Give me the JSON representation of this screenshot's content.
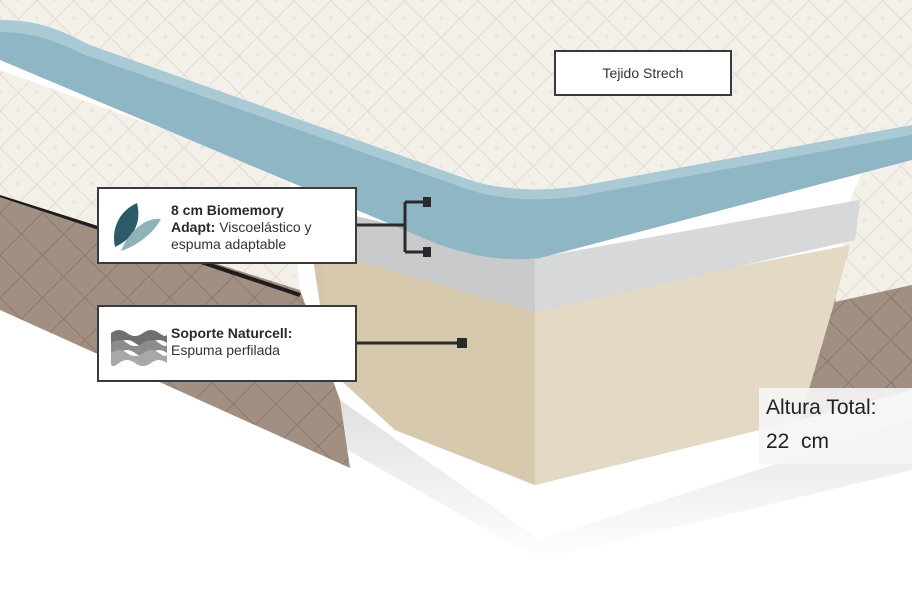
{
  "labels": {
    "fabric": "Tejido Strech",
    "biomemory_title": "8 cm Biomemory",
    "biomemory_sub_bold": "Adapt:",
    "biomemory_sub": " Viscoelástico y espuma adaptable",
    "naturcell_title": "Soporte Naturcell:",
    "naturcell_sub": "Espuma perfilada",
    "height_title": "Altura Total:",
    "height_value": "22  cm"
  },
  "icons": {
    "biomemory": "leaf-icon",
    "naturcell": "wave-foam-icon"
  },
  "colors": {
    "teal_edge": "#8db4c2",
    "foam_beige": "#d9cdb4",
    "grey_layer": "#cfd0d1",
    "cover_white": "#f4f1ea",
    "base_brown": "#9b8a7e",
    "leaf_dark": "#2d5a69",
    "leaf_light": "#8cb3b7"
  }
}
